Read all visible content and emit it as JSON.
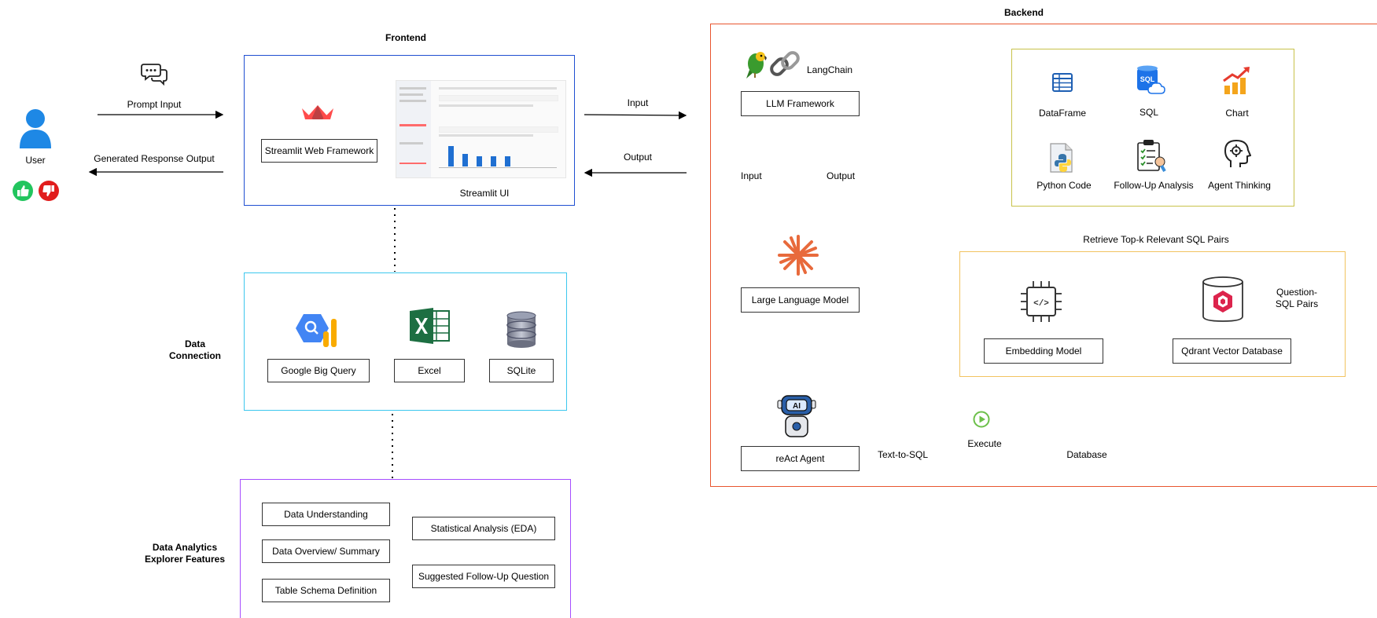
{
  "user": {
    "label": "User"
  },
  "flow": {
    "prompt_input": "Prompt Input",
    "generated_output": "Generated Response Output",
    "input": "Input",
    "output": "Output",
    "llm_input": "Input",
    "llm_output": "Output",
    "text_to_sql": "Text-to-SQL",
    "execute": "Execute",
    "database": "Database",
    "retrieve": "Retrieve Top-k Relevant SQL Pairs"
  },
  "frontend": {
    "title": "Frontend",
    "framework": "Streamlit Web Framework",
    "ui_caption": "Streamlit UI"
  },
  "data_connection": {
    "title_line1": "Data",
    "title_line2": "Connection",
    "sources": [
      "Google Big Query",
      "Excel",
      "SQLite"
    ]
  },
  "features": {
    "title_line1": "Data Analytics",
    "title_line2": "Explorer Features",
    "items": [
      "Data Understanding",
      "Data Overview/ Summary",
      "Table Schema Definition",
      "Statistical Analysis (EDA)",
      "Suggested Follow-Up Question"
    ]
  },
  "backend": {
    "title": "Backend",
    "langchain": "LangChain",
    "llm_framework": "LLM Framework",
    "llm": "Large Language Model",
    "agent": "reAct Agent",
    "outputs": [
      "DataFrame",
      "SQL",
      "Chart",
      "Python Code",
      "Follow-Up Analysis",
      "Agent Thinking"
    ],
    "embedding": "Embedding Model",
    "vector_db": "Qdrant Vector Database",
    "qa_line1": "Question-",
    "qa_line2": "SQL Pairs"
  },
  "colors": {
    "frontend_border": "#1f4fd1",
    "data_conn_border": "#3cc7ee",
    "features_border": "#a64dff",
    "backend_border": "#e8552f",
    "output_panel_border": "#c8c24a",
    "retrieve_panel_border": "#f2c360",
    "like": "#22c55e",
    "dislike": "#e11d1d"
  }
}
